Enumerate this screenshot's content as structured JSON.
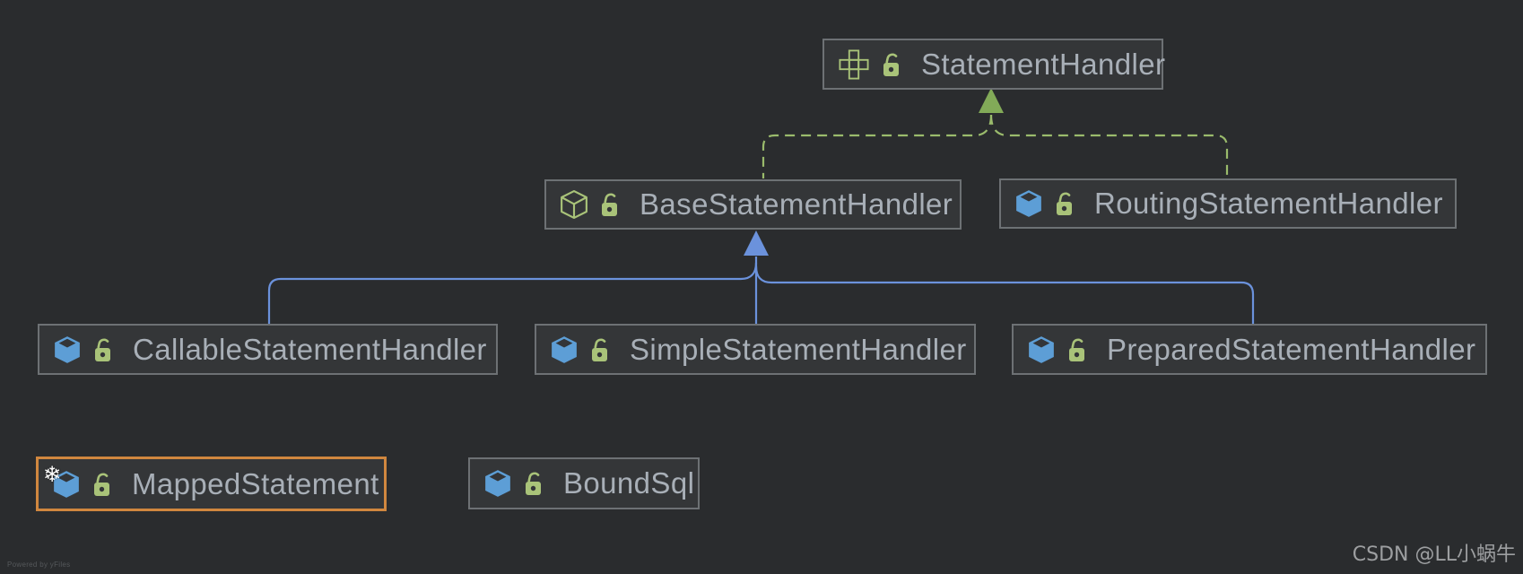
{
  "diagram": {
    "tool_credit": "Powered by yFiles",
    "watermark": "CSDN @LL小蜗牛",
    "colors": {
      "background": "#2a2c2e",
      "node_fill": "#343638",
      "node_border": "#6d7174",
      "node_text": "#a8afb7",
      "selection_border": "#d0873f",
      "implements_edge_green": "#9abb6c",
      "extends_edge_blue": "#6b92dc",
      "class_icon_blue": "#5d9ed6",
      "interface_icon_green": "#a9c379",
      "lock_icon_green": "#a9c379",
      "snowflake_white": "#ffffff"
    },
    "nodes": {
      "statement_handler": {
        "label": "StatementHandler",
        "type": "interface",
        "icon": "interface-icon",
        "lock": "unlocked"
      },
      "base_statement_handler": {
        "label": "BaseStatementHandler",
        "type": "abstract-class",
        "icon": "abstract-class-icon",
        "lock": "unlocked"
      },
      "routing_statement_handler": {
        "label": "RoutingStatementHandler",
        "type": "class",
        "icon": "class-icon",
        "lock": "unlocked"
      },
      "callable_statement_handler": {
        "label": "CallableStatementHandler",
        "type": "class",
        "icon": "class-icon",
        "lock": "unlocked"
      },
      "simple_statement_handler": {
        "label": "SimpleStatementHandler",
        "type": "class",
        "icon": "class-icon",
        "lock": "unlocked"
      },
      "prepared_statement_handler": {
        "label": "PreparedStatementHandler",
        "type": "class",
        "icon": "class-icon",
        "lock": "unlocked"
      },
      "mapped_statement": {
        "label": "MappedStatement",
        "type": "class",
        "icon": "class-icon",
        "lock": "unlocked",
        "selected": true,
        "overlay": "snowflake-icon"
      },
      "bound_sql": {
        "label": "BoundSql",
        "type": "class",
        "icon": "class-icon",
        "lock": "unlocked"
      }
    },
    "edges": [
      {
        "from": "BaseStatementHandler",
        "to": "StatementHandler",
        "relation": "implements",
        "style": "dashed",
        "color": "#9abb6c"
      },
      {
        "from": "RoutingStatementHandler",
        "to": "StatementHandler",
        "relation": "implements",
        "style": "dashed",
        "color": "#9abb6c"
      },
      {
        "from": "CallableStatementHandler",
        "to": "BaseStatementHandler",
        "relation": "extends",
        "style": "solid",
        "color": "#6b92dc"
      },
      {
        "from": "SimpleStatementHandler",
        "to": "BaseStatementHandler",
        "relation": "extends",
        "style": "solid",
        "color": "#6b92dc"
      },
      {
        "from": "PreparedStatementHandler",
        "to": "BaseStatementHandler",
        "relation": "extends",
        "style": "solid",
        "color": "#6b92dc"
      }
    ]
  }
}
